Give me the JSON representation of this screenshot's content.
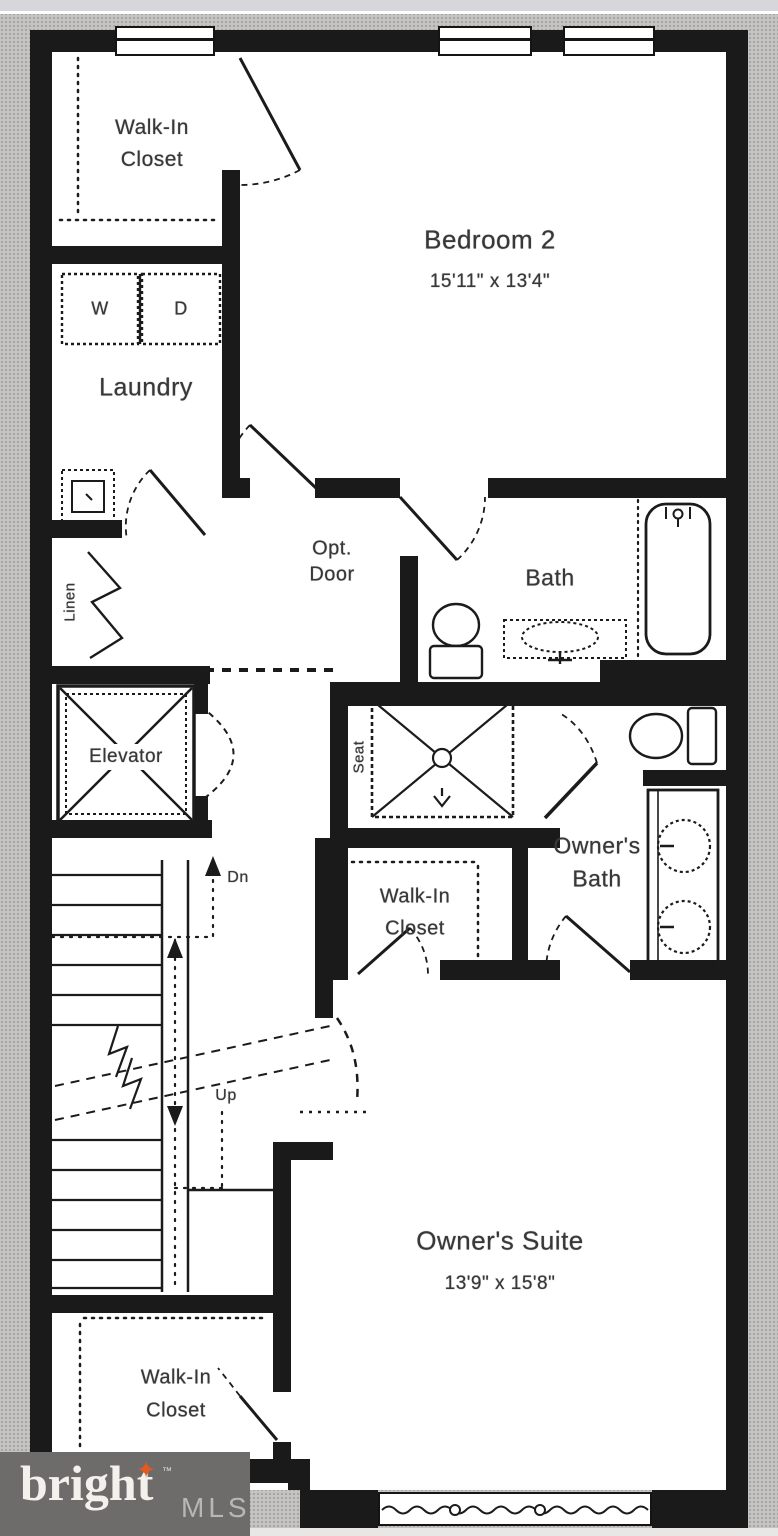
{
  "floorplan": {
    "rooms": {
      "walk_in_closet_top": {
        "line1": "Walk-In",
        "line2": "Closet"
      },
      "bedroom_2": {
        "name": "Bedroom 2",
        "dimensions": "15'11\" x 13'4\""
      },
      "laundry": {
        "name": "Laundry",
        "washer_label": "W",
        "dryer_label": "D"
      },
      "linen_closet": {
        "name": "Linen"
      },
      "optional_door": {
        "line1": "Opt.",
        "line2": "Door"
      },
      "bath": {
        "name": "Bath"
      },
      "elevator": {
        "name": "Elevator"
      },
      "owners_bath": {
        "line1": "Owner's",
        "line2": "Bath",
        "shower_seat_label": "Seat"
      },
      "walk_in_closet_middle": {
        "line1": "Walk-In",
        "line2": "Closet"
      },
      "stairs": {
        "down_label": "Dn",
        "up_label": "Up"
      },
      "owners_suite": {
        "name": "Owner's Suite",
        "dimensions": "13'9\" x 15'8\""
      },
      "walk_in_closet_bottom": {
        "line1": "Walk-In",
        "line2": "Closet"
      }
    },
    "colors": {
      "wall": "#1a1a1a",
      "label_text": "#383838",
      "floor": "#ffffff",
      "background": "#c6c4c2"
    },
    "branding": {
      "logo_text": "bright",
      "logo_tm": "™",
      "logo_suffix": "MLS",
      "logo_background": "#6e6c6a",
      "logo_text_color": "#f4f1ec",
      "logo_suffix_color": "#b9b7b4",
      "logo_star_color": "#e25a1f"
    }
  }
}
